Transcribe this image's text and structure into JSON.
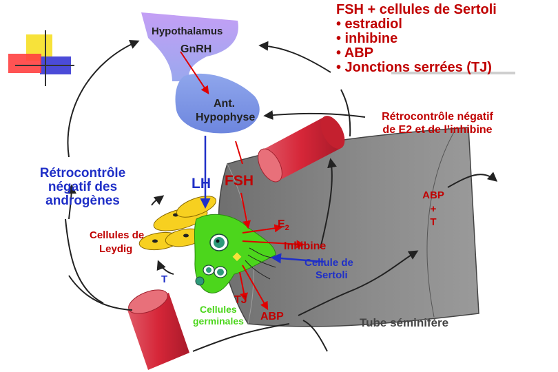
{
  "labels": {
    "hypothalamus": "Hypothalamus",
    "gnrh": "GnRH",
    "ant_hypophyse_line1": "Ant.",
    "ant_hypophyse_line2": "Hypophyse",
    "lh": "LH",
    "fsh": "FSH",
    "leydig_line1": "Cellules de",
    "leydig_line2": "Leydig",
    "t": "T",
    "e2": "E",
    "e2_sub": "2",
    "inhibine": "Inhibine",
    "sertoli_line1": "Cellule de",
    "sertoli_line2": "Sertoli",
    "tj": "TJ",
    "germinales_line1": "Cellules",
    "germinales_line2": "germinales",
    "abp": "ABP",
    "tube": "Tube séminifère"
  },
  "fsh_sertoli_block": {
    "title": "FSH + cellules de Sertoli",
    "items": [
      "• estradiol",
      "• inhibine",
      "• ABP",
      "• Jonctions serrées (TJ)"
    ]
  },
  "feedback_right": {
    "line1": "Rétrocontrôle négatif",
    "line2": "de E2 et de l’inhibine"
  },
  "feedback_left": {
    "line1": "Rétrocontrôle",
    "line2": "négatif des",
    "line3": "androgènes"
  },
  "abp_t_box": {
    "line1": "ABP",
    "line2": "+",
    "line3": "T"
  },
  "colors": {
    "hypothalamus": "#b48cf0",
    "hypophyse": "#7f9be8",
    "leydig": "#f7d020",
    "sertoli": "#4cd61c",
    "tube": "#8a8a8a",
    "vessel": "#e23040",
    "red_text": "#c00000",
    "blue_text": "#1f2fc7"
  }
}
